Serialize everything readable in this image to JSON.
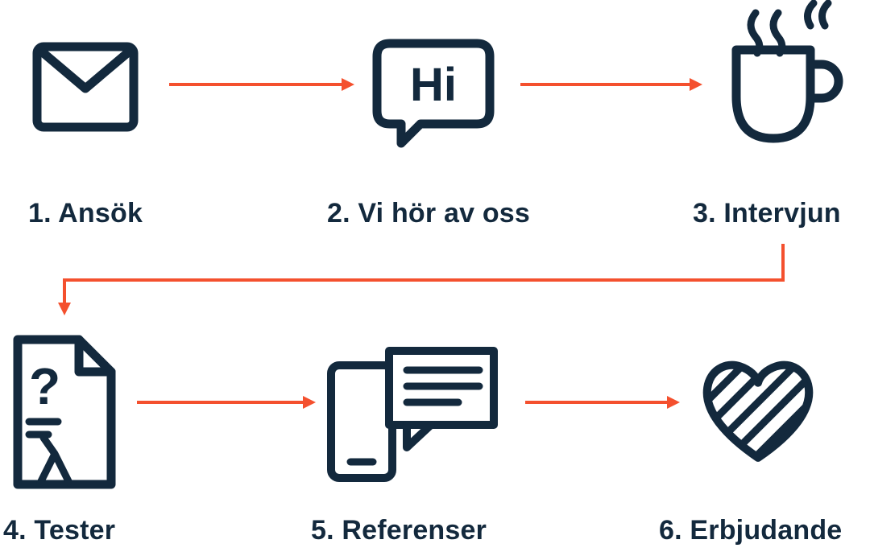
{
  "colors": {
    "icon": "#13293d",
    "arrow": "#f4502e",
    "background": "#ffffff"
  },
  "steps": [
    {
      "label": "1. Ansök",
      "icon": "envelope-icon"
    },
    {
      "label": "2. Vi hör av oss",
      "icon": "chat-bubble-hi-icon",
      "icon_text": "Hi"
    },
    {
      "label": "3. Intervjun",
      "icon": "coffee-cup-icon"
    },
    {
      "label": "4. Tester",
      "icon": "test-document-icon",
      "icon_text": "?"
    },
    {
      "label": "5. Referenser",
      "icon": "phone-chat-icon"
    },
    {
      "label": "6. Erbjudande",
      "icon": "handshake-heart-icon"
    }
  ]
}
